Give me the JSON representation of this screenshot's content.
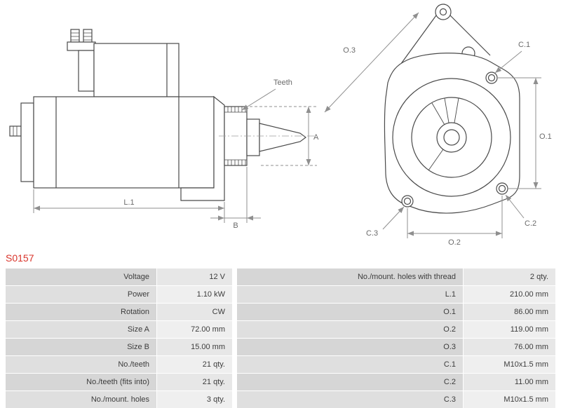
{
  "part_number": "S0157",
  "diagram": {
    "side_view_labels": {
      "teeth": "Teeth",
      "a": "A",
      "b": "B",
      "l1": "L.1"
    },
    "front_view_labels": {
      "o1": "O.1",
      "o2": "O.2",
      "o3": "O.3",
      "c1": "C.1",
      "c2": "C.2",
      "c3": "C.3"
    }
  },
  "colors": {
    "part_number_red": "#d9342b",
    "drawing_outline": "#4a4a4a",
    "dimension_gray": "#8f8f8f",
    "label_cell_bg": "#d6d6d6",
    "label_cell_bg_alt": "#dfdfdf",
    "value_cell_bg": "#e7e7e7",
    "value_cell_bg_alt": "#efefef"
  },
  "spec_table": {
    "left": [
      {
        "label": "Voltage",
        "value": "12 V"
      },
      {
        "label": "Power",
        "value": "1.10 kW"
      },
      {
        "label": "Rotation",
        "value": "CW"
      },
      {
        "label": "Size A",
        "value": "72.00 mm"
      },
      {
        "label": "Size B",
        "value": "15.00 mm"
      },
      {
        "label": "No./teeth",
        "value": "21 qty."
      },
      {
        "label": "No./teeth (fits into)",
        "value": "21 qty."
      },
      {
        "label": "No./mount. holes",
        "value": "3 qty."
      }
    ],
    "right": [
      {
        "label": "No./mount. holes with thread",
        "value": "2 qty."
      },
      {
        "label": "L.1",
        "value": "210.00 mm"
      },
      {
        "label": "O.1",
        "value": "86.00 mm"
      },
      {
        "label": "O.2",
        "value": "119.00 mm"
      },
      {
        "label": "O.3",
        "value": "76.00 mm"
      },
      {
        "label": "C.1",
        "value": "M10x1.5 mm"
      },
      {
        "label": "C.2",
        "value": "11.00 mm"
      },
      {
        "label": "C.3",
        "value": "M10x1.5 mm"
      }
    ]
  }
}
